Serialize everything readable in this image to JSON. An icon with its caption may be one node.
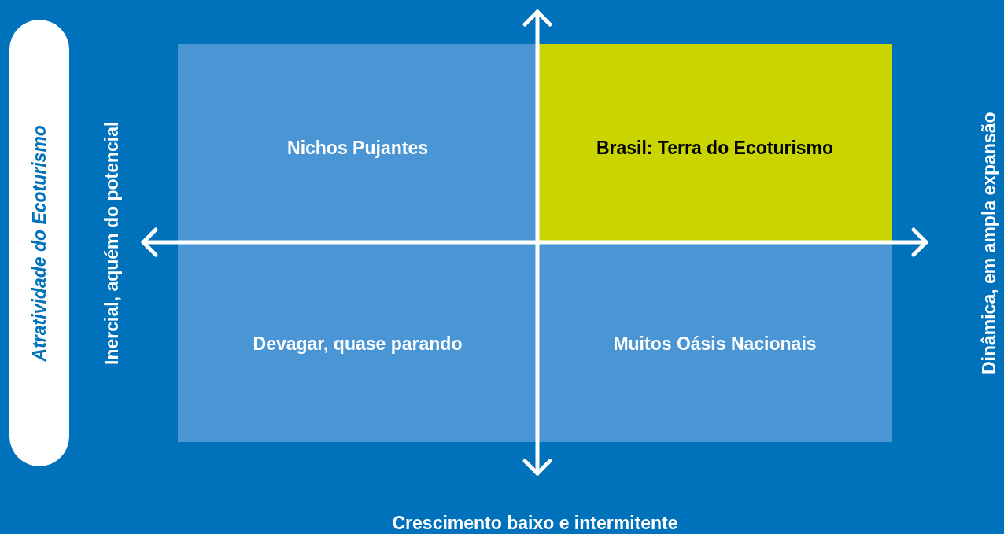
{
  "diagram": {
    "nodes": [
      {
        "text": [
          "Atratividade do Ecoturismo"
        ]
      },
      {
        "text": [
          "Nichos Pujantes"
        ]
      },
      {
        "text": [
          "Brasil: Terra do Ecoturismo"
        ]
      },
      {
        "text": [
          "Devagar, quase parando"
        ]
      },
      {
        "text": [
          "Muitos Oásis Nacionais"
        ]
      }
    ],
    "edges": [],
    "labels": [
      "Inercial, aquém do potencial",
      "Dinâmica, em ampla expansão",
      "Crescimento baixo e intermitente"
    ]
  }
}
